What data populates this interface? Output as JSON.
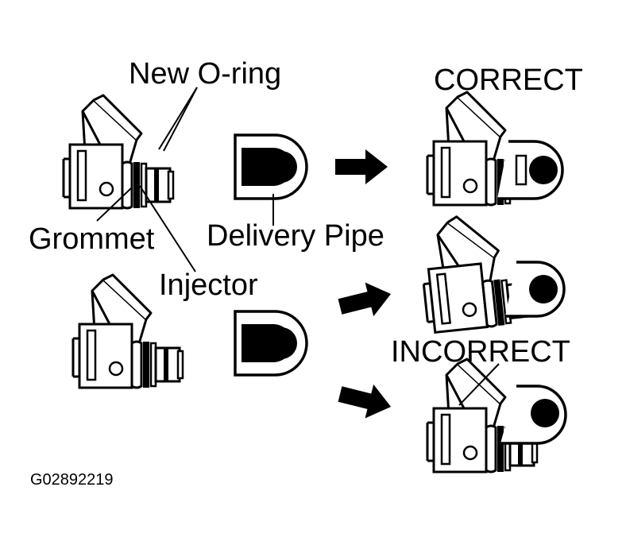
{
  "labels": {
    "new_oring": "New  O-ring",
    "grommet": "Grommet",
    "injector": "Injector",
    "delivery_pipe": "Delivery Pipe",
    "correct": "CORRECT",
    "incorrect": "INCORRECT",
    "figure_id": "G02892219"
  },
  "colors": {
    "ink": "#000000",
    "paper": "#ffffff"
  }
}
